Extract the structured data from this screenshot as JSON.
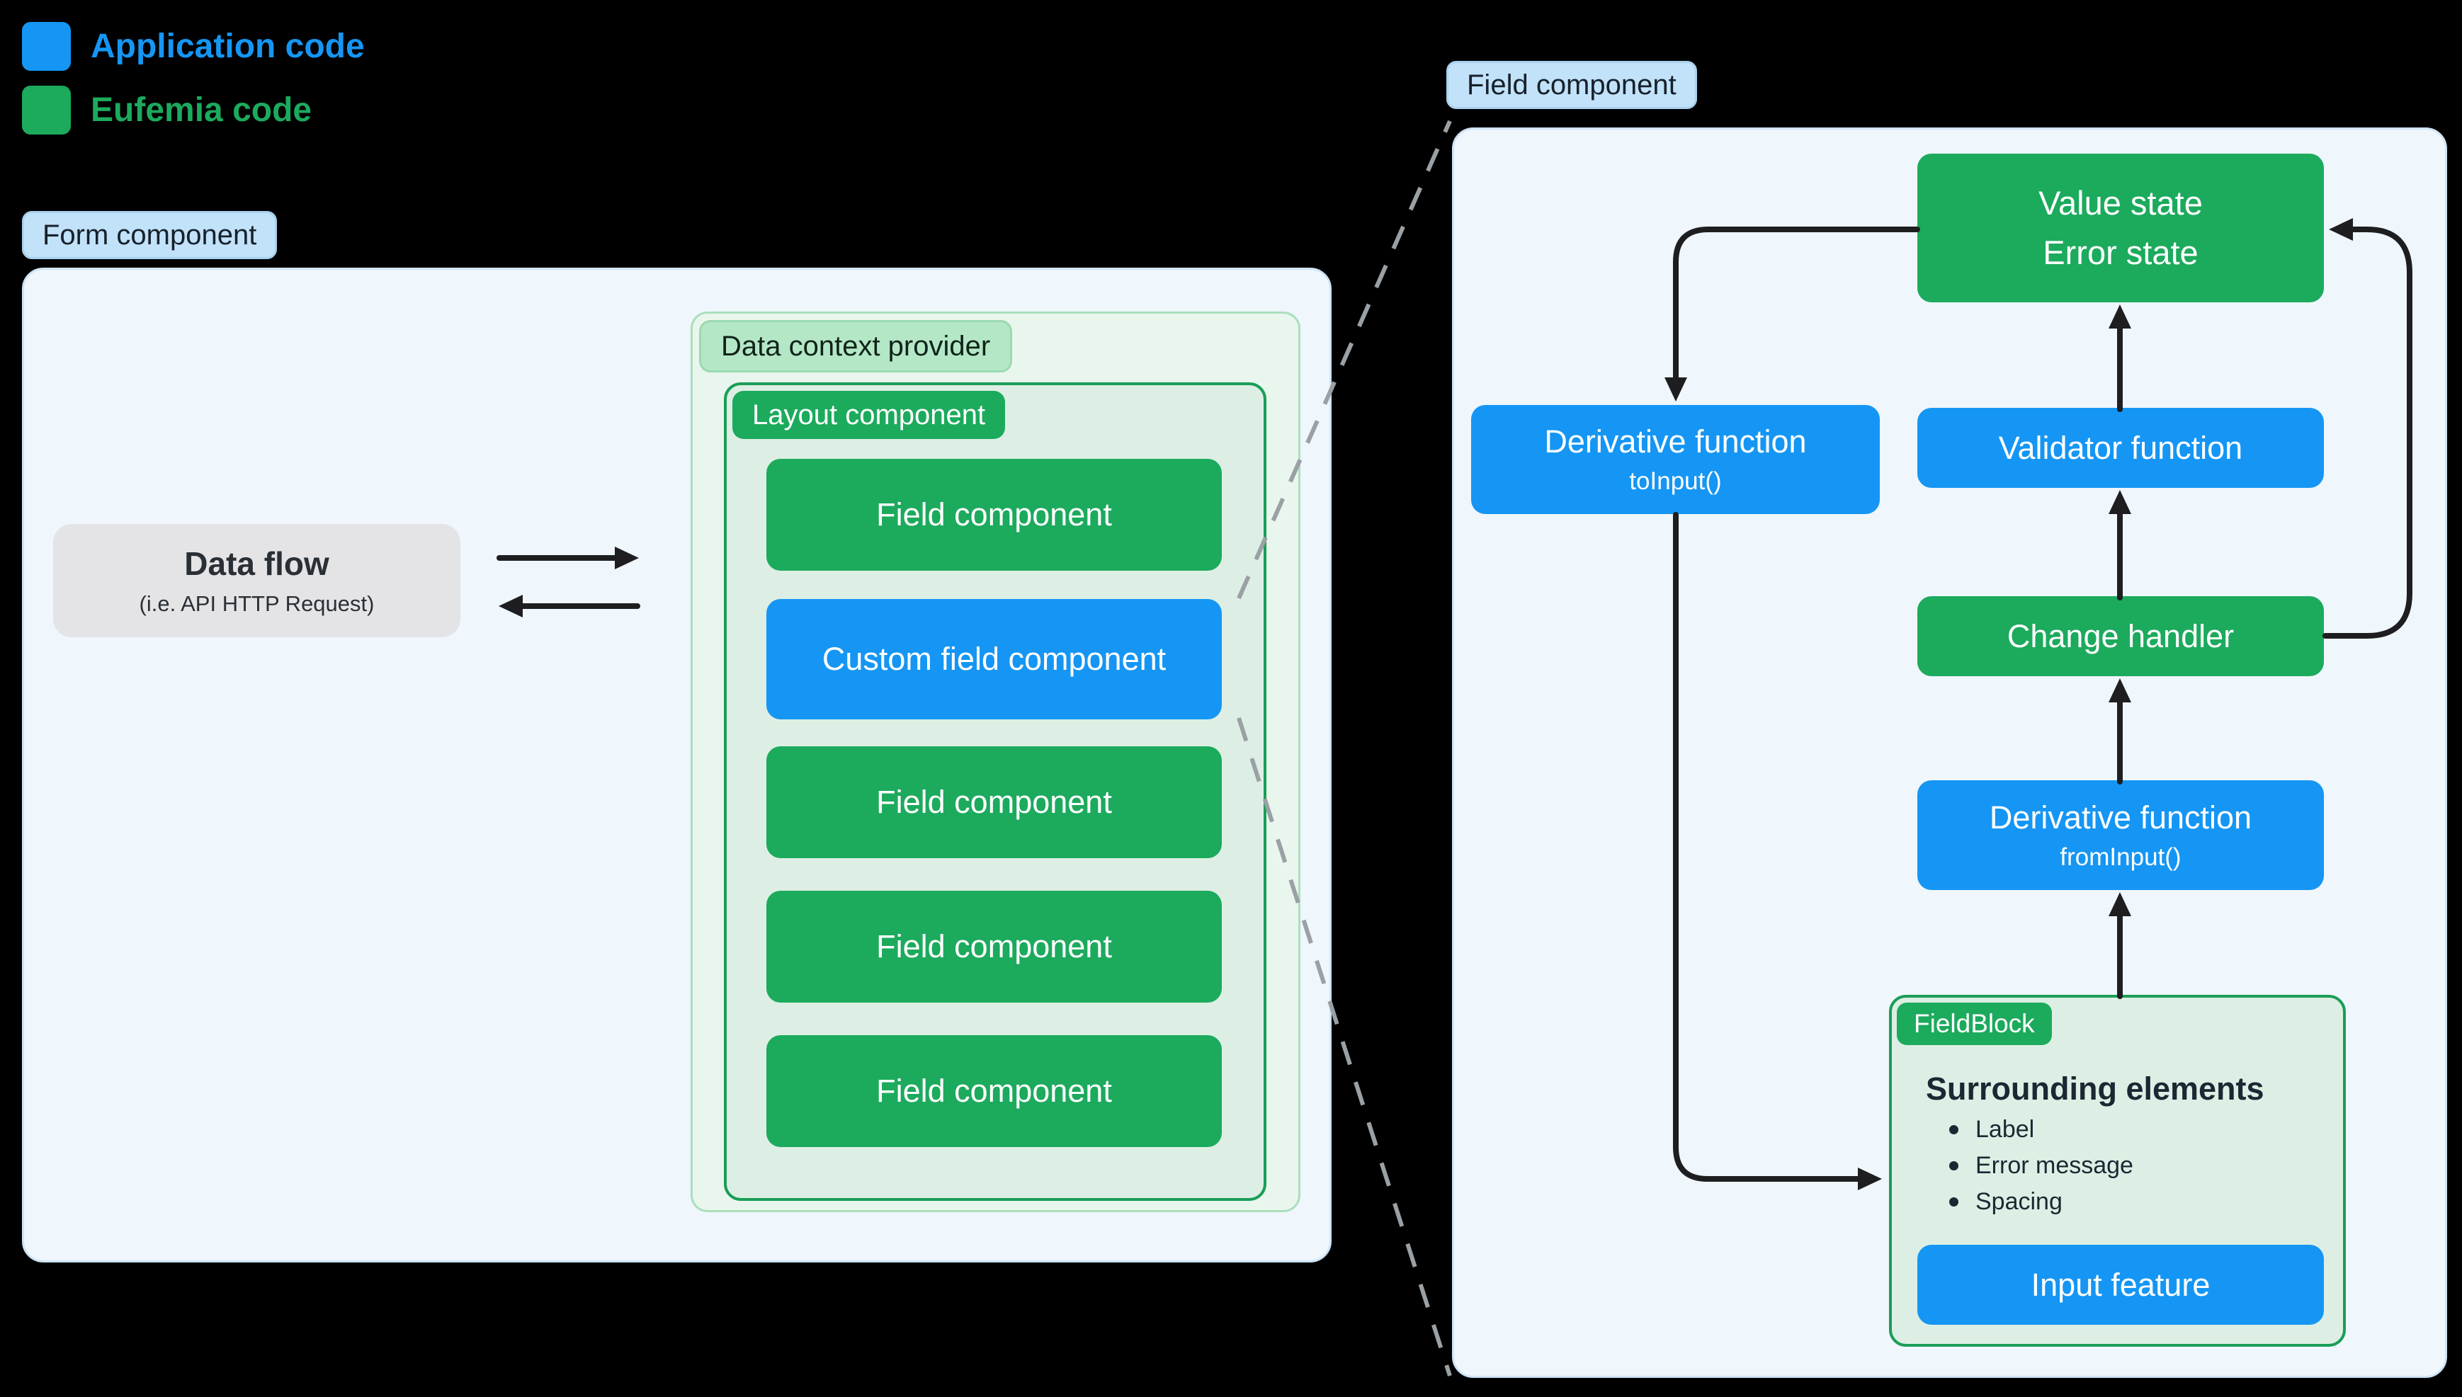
{
  "legend": {
    "items": [
      {
        "label": "Application code",
        "color": "#1596f4"
      },
      {
        "label": "Eufemia code",
        "color": "#1caa5d"
      }
    ]
  },
  "left": {
    "badge": "Form component",
    "data_flow": {
      "title": "Data flow",
      "subtitle": "(i.e. API HTTP Request)"
    },
    "data_context": {
      "badge": "Data context provider"
    },
    "layout": {
      "badge": "Layout component"
    },
    "stack": [
      {
        "label": "Field component",
        "type": "eufemia"
      },
      {
        "label": "Custom field component",
        "type": "application"
      },
      {
        "label": "Field component",
        "type": "eufemia"
      },
      {
        "label": "Field component",
        "type": "eufemia"
      },
      {
        "label": "Field component",
        "type": "eufemia"
      }
    ]
  },
  "right": {
    "badge": "Field component",
    "value_state": {
      "line1": "Value state",
      "line2": "Error state"
    },
    "to_input": {
      "line1": "Derivative function",
      "line2": "toInput()"
    },
    "validator": {
      "label": "Validator function"
    },
    "change_handler": {
      "label": "Change handler"
    },
    "from_input": {
      "line1": "Derivative function",
      "line2": "fromInput()"
    },
    "field_block": {
      "badge": "FieldBlock",
      "heading": "Surrounding elements",
      "bullets": [
        "Label",
        "Error message",
        "Spacing"
      ],
      "input_feature": "Input feature"
    }
  },
  "colors": {
    "page_bg": "#000000",
    "application_blue": "#1596f4",
    "eufemia_green": "#1caa5d",
    "badge_light_blue": "#c1e2f9",
    "badge_light_green": "#b4e7c6",
    "panel_bg": "#eff6fc",
    "data_context_bg": "#e9f6ee",
    "green_container_bg": "#ddefe4",
    "green_border": "#1a9e57",
    "gray_box_bg": "#e4e4e6",
    "arrow": "#1e1e20",
    "dashed_line": "#9aa0a4"
  }
}
